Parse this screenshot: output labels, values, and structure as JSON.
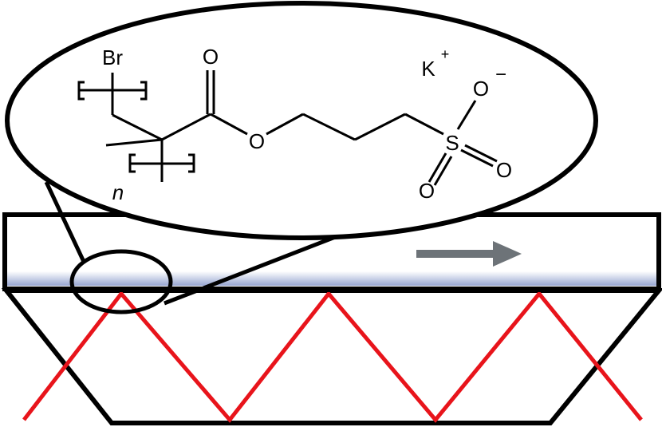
{
  "molecule": {
    "atoms": {
      "bromine": "Br",
      "carbonyl_oxygen": "O",
      "ester_oxygen": "O",
      "sulfonate_oxygen_top": "O",
      "sulfonate_oxygen_right": "O",
      "sulfonate_oxygen_bottom": "O",
      "sulfur": "S"
    },
    "charges": {
      "oxide_minus": "−",
      "potassium_plus": "+"
    },
    "counter_ion": "K",
    "repeat_label": "n"
  },
  "flow_arrow": {
    "direction": "right",
    "color": "#6d7378"
  },
  "colors": {
    "outline": "#000000",
    "laser_beam": "#e8141b",
    "flow_cell_gradient_top": "#ffffff",
    "flow_cell_gradient_bottom": "#97a6d1",
    "background": "#ffffff"
  }
}
